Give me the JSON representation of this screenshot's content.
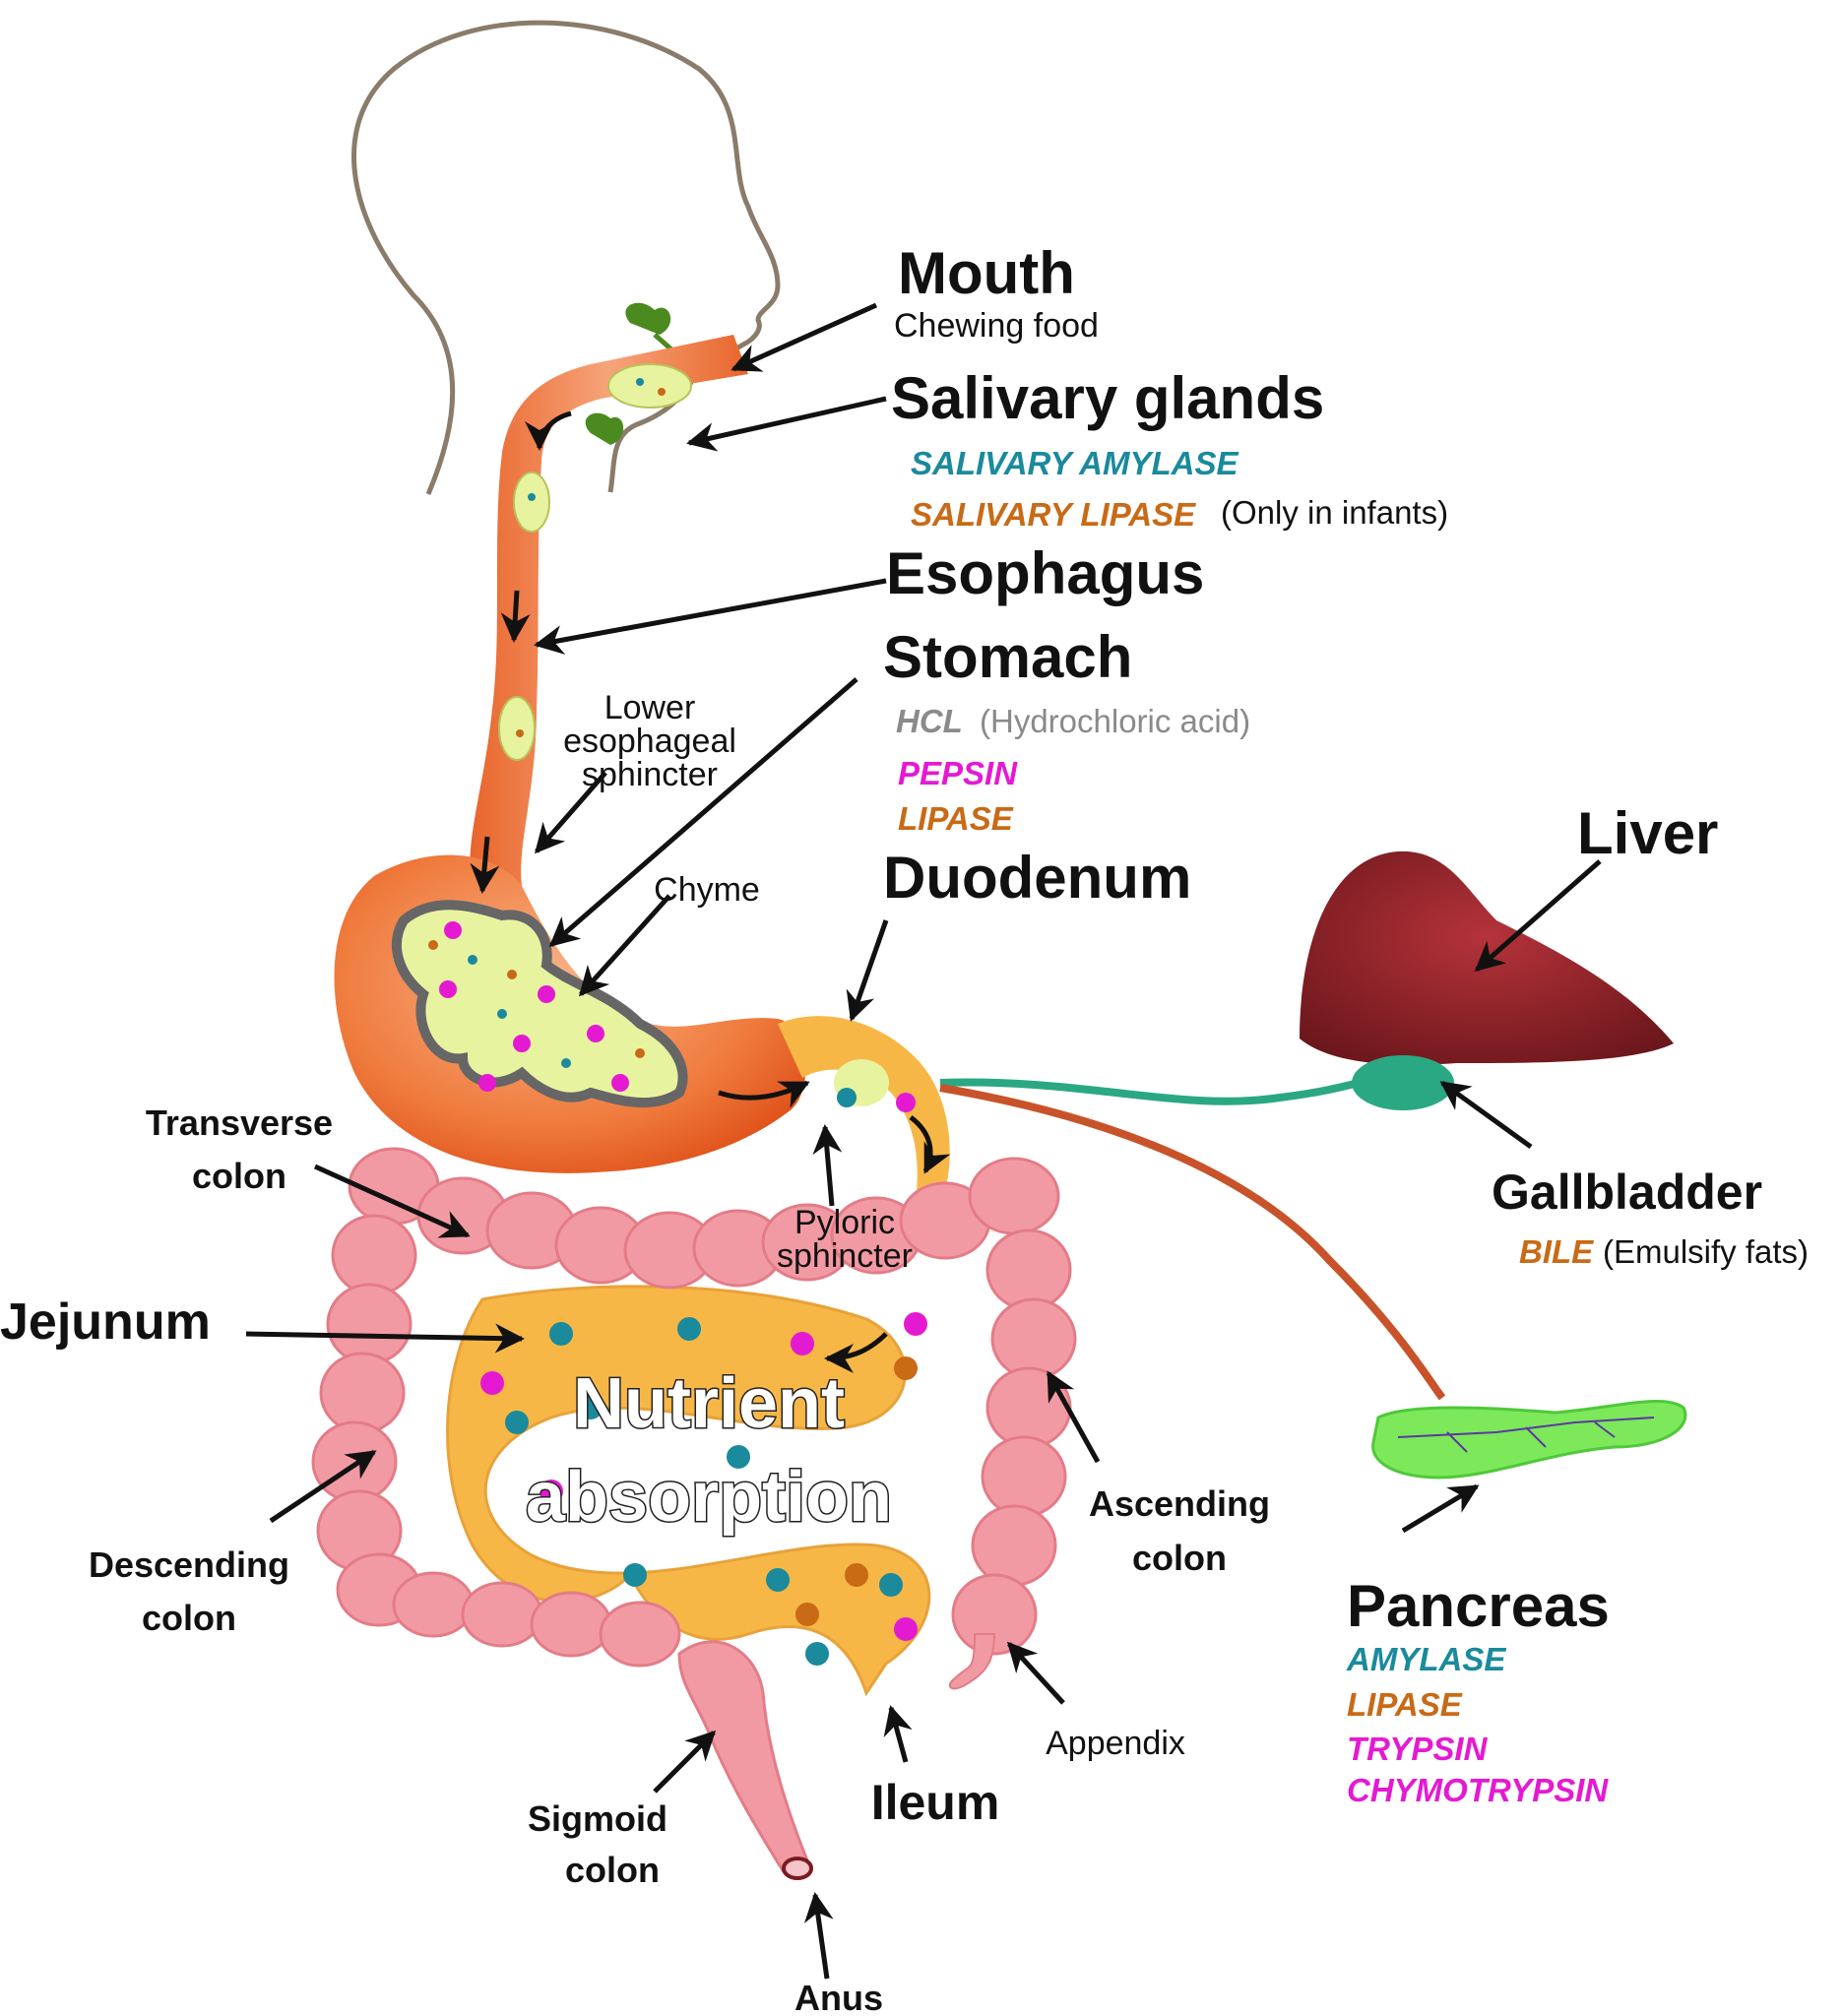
{
  "colors": {
    "amylase": "#1a8a9c",
    "lipase": "#c86a16",
    "pepsin": "#e41ad2",
    "hcl": "#8a8a8a",
    "liver": "#8e2328",
    "gallbladder": "#2aa883",
    "pancreas": "#7de85a",
    "colon": "#f29aa3",
    "small_intestine": "#f7b747",
    "stomach": "#ef7a3c"
  },
  "labels": {
    "mouth": "Mouth",
    "mouth_note": "Chewing food",
    "salivary_glands": "Salivary glands",
    "salivary_amylase": "SALIVARY AMYLASE",
    "salivary_lipase": "SALIVARY LIPASE",
    "salivary_lipase_note": "(Only in infants)",
    "esophagus": "Esophagus",
    "stomach": "Stomach",
    "hcl": "HCL",
    "hcl_note": "(Hydrochloric acid)",
    "pepsin": "PEPSIN",
    "stomach_lipase": "LIPASE",
    "les_line1": "Lower",
    "les_line2": "esophageal",
    "les_line3": "sphincter",
    "chyme": "Chyme",
    "duodenum": "Duodenum",
    "liver": "Liver",
    "gallbladder": "Gallbladder",
    "bile": "BILE",
    "bile_note": "(Emulsify fats)",
    "transverse_line1": "Transverse",
    "transverse_line2": "colon",
    "pyloric_line1": "Pyloric",
    "pyloric_line2": "sphincter",
    "jejunum": "Jejunum",
    "nutrient_line1": "Nutrient",
    "nutrient_line2": "absorption",
    "ascending_line1": "Ascending",
    "ascending_line2": "colon",
    "descending_line1": "Descending",
    "descending_line2": "colon",
    "pancreas": "Pancreas",
    "pancreas_amylase": "AMYLASE",
    "pancreas_lipase": "LIPASE",
    "trypsin": "TRYPSIN",
    "chymotrypsin": "CHYMOTRYPSIN",
    "appendix": "Appendix",
    "ileum": "Ileum",
    "sigmoid_line1": "Sigmoid",
    "sigmoid_line2": "colon",
    "anus": "Anus"
  }
}
